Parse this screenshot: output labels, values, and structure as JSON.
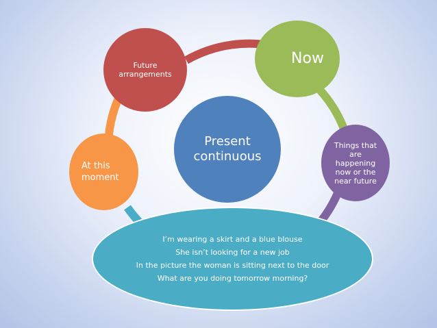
{
  "diagram": {
    "center": {
      "label": "Present\ncontinuous",
      "color": "#4f81bd"
    },
    "nodes": [
      {
        "id": "future-arrangements",
        "label": "Future\narrangements",
        "color": "#c0504d"
      },
      {
        "id": "now",
        "label": "Now",
        "color": "#9bbb59"
      },
      {
        "id": "things-happening",
        "label": "Things that\nare\nhappening\nnow or the\nnear future",
        "color": "#8064a2"
      },
      {
        "id": "at-this-moment",
        "label": "At this\nmoment",
        "color": "#f79646"
      }
    ],
    "examples": {
      "color": "#4bacc6",
      "lines": [
        "I’m wearing a skirt and a blue blouse",
        "She isn’t looking for a new job",
        "In the picture the woman is sitting next to the door",
        "What are you doing tomorrow morning?"
      ]
    },
    "ring_colors": [
      "#c0504d",
      "#9bbb59",
      "#8064a2",
      "#4bacc6",
      "#f79646"
    ]
  }
}
